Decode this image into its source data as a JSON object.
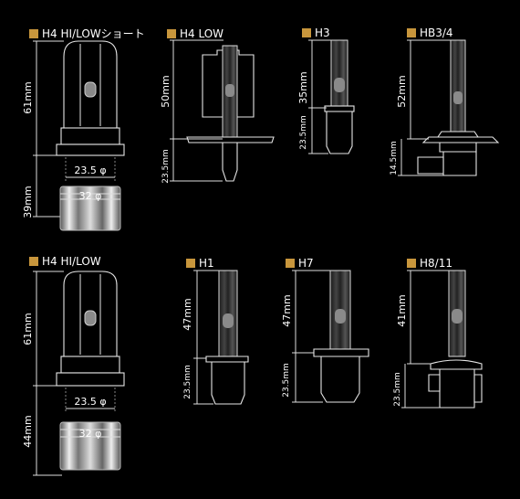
{
  "bulbs": [
    {
      "id": "h4-short",
      "title": "H4 HI/LOWショート",
      "dims": {
        "upper": "61mm",
        "lower": "39mm",
        "neck": "23.5 φ",
        "base": "32 φ"
      }
    },
    {
      "id": "h4-low",
      "title": "H4 LOW",
      "dims": {
        "upper": "50mm",
        "lower": "23.5mm"
      }
    },
    {
      "id": "h3",
      "title": "H3",
      "dims": {
        "upper": "35mm",
        "lower": "23.5mm"
      }
    },
    {
      "id": "hb3",
      "title": "HB3/4",
      "dims": {
        "upper": "52mm",
        "lower": "14.5mm"
      }
    },
    {
      "id": "h4",
      "title": "H4 HI/LOW",
      "dims": {
        "upper": "61mm",
        "lower": "44mm",
        "neck": "23.5 φ",
        "base": "32 φ"
      }
    },
    {
      "id": "h1",
      "title": "H1",
      "dims": {
        "upper": "47mm",
        "lower": "23.5mm"
      }
    },
    {
      "id": "h7",
      "title": "H7",
      "dims": {
        "upper": "47mm",
        "lower": "23.5mm"
      }
    },
    {
      "id": "h811",
      "title": "H8/11",
      "dims": {
        "upper": "41mm",
        "lower": "23.5mm"
      }
    }
  ],
  "colors": {
    "background": "#000000",
    "marker": "#c8963c",
    "line": "#e6e6e6"
  }
}
